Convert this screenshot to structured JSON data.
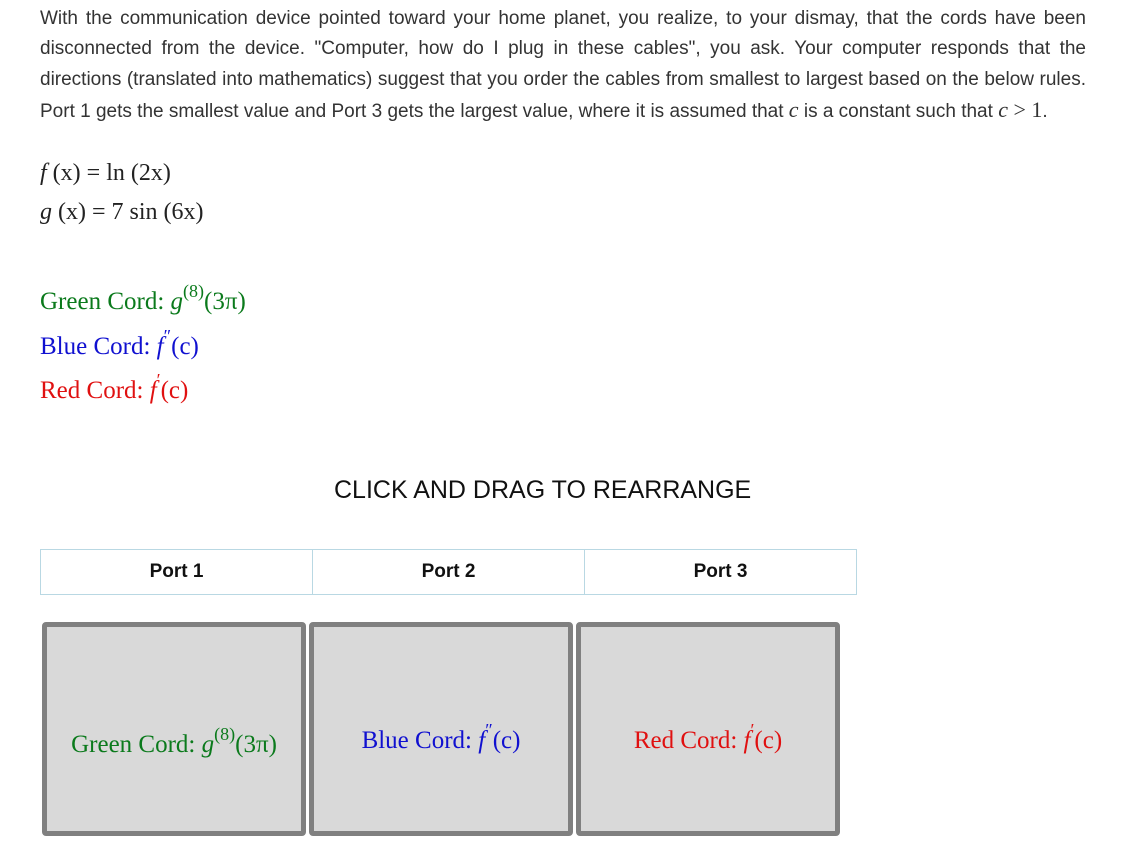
{
  "problem": {
    "text_before_c": "With the communication device pointed toward your home planet, you realize, to your dismay, that the cords have been disconnected from the device. \"Computer, how do I plug in these cables\", you ask. Your computer responds that the directions (translated into mathematics) suggest that you order the cables from smallest to largest based on the below rules. Port 1 gets the smallest value and Port 3 gets the largest value, where it is assumed that ",
    "var_c": "c",
    "text_middle": " is a constant such that ",
    "condition_var": "c",
    "condition_rest": " > 1",
    "text_end": "."
  },
  "equations": {
    "f_lhs": "f",
    "f_body": " (x) = ln (2x)",
    "g_lhs": "g",
    "g_body": " (x) = 7 sin (6x)"
  },
  "cords": {
    "green": {
      "label": "Green Cord: ",
      "fn": "g",
      "sup": "(8)",
      "arg": "(3π)",
      "color": "#0b7a1c"
    },
    "blue": {
      "label": "Blue Cord: ",
      "fn": "f",
      "sup": "″",
      "arg": "(c)",
      "color": "#1010d0"
    },
    "red": {
      "label": "Red Cord: ",
      "fn": "f",
      "sup": "′",
      "arg": "(c)",
      "color": "#e01010"
    }
  },
  "instruction": "CLICK AND DRAG TO REARRANGE",
  "ports": [
    "Port 1",
    "Port 2",
    "Port 3"
  ],
  "tiles": [
    {
      "label": "Green Cord: ",
      "fn": "g",
      "sup": "(8)",
      "arg": "(3π)"
    },
    {
      "label": "Blue Cord: ",
      "fn": "f",
      "sup": "″",
      "arg": "(c)"
    },
    {
      "label": "Red Cord: ",
      "fn": "f",
      "sup": "′",
      "arg": "(c)"
    }
  ]
}
